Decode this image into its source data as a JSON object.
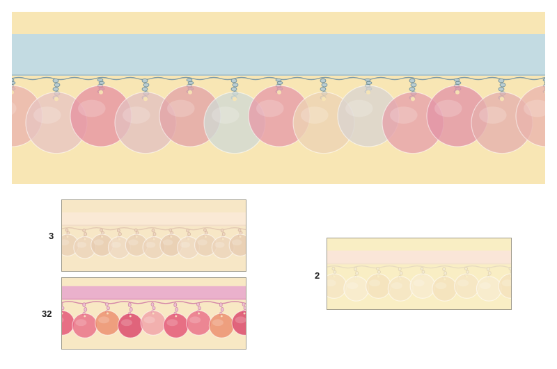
{
  "swatches": [
    {
      "id": "main",
      "background": "#f8e6b4",
      "ribbon": "#c3dbe2",
      "thread": "#7f9ba6",
      "bead": "#b9cdd2",
      "bead_edge": "#6f8d96",
      "sequins": [
        "#e9b3ad",
        "#e7c4c2",
        "#e592a2",
        "#e2c0c0",
        "#e1a3a6",
        "#cfd9d3",
        "#e69aa8",
        "#ecd2b4",
        "#d9d4cf",
        "#e5a0aa",
        "#e293a7",
        "#e4b0ad"
      ]
    },
    {
      "id": "color-3",
      "label": "3",
      "background": "#f7e7c6",
      "ribbon": "#fae9d5",
      "thread": "#e3c9b2",
      "bead": "#efd6c2",
      "bead_edge": "#d6b8a0",
      "sequins": [
        "#e9cfb5",
        "#ecd3ba",
        "#e7cbb0",
        "#eed9c2"
      ]
    },
    {
      "id": "color-32",
      "label": "32",
      "background": "#f8e8c4",
      "ribbon": "#eab1cc",
      "thread": "#d487a8",
      "bead": "#eec0d3",
      "bead_edge": "#cf8aa6",
      "sequins": [
        "#e24d72",
        "#e86a85",
        "#eb8b6a",
        "#d83f66",
        "#f0a0a8"
      ]
    },
    {
      "id": "color-2",
      "label": "2",
      "background": "#f9eec4",
      "ribbon": "#fae6d8",
      "thread": "#e8dcc0",
      "bead": "#f4ebd2",
      "bead_edge": "#e0d2b0",
      "sequins": [
        "#f5e6c4",
        "#f7ecd0",
        "#f3e2bc"
      ]
    }
  ]
}
